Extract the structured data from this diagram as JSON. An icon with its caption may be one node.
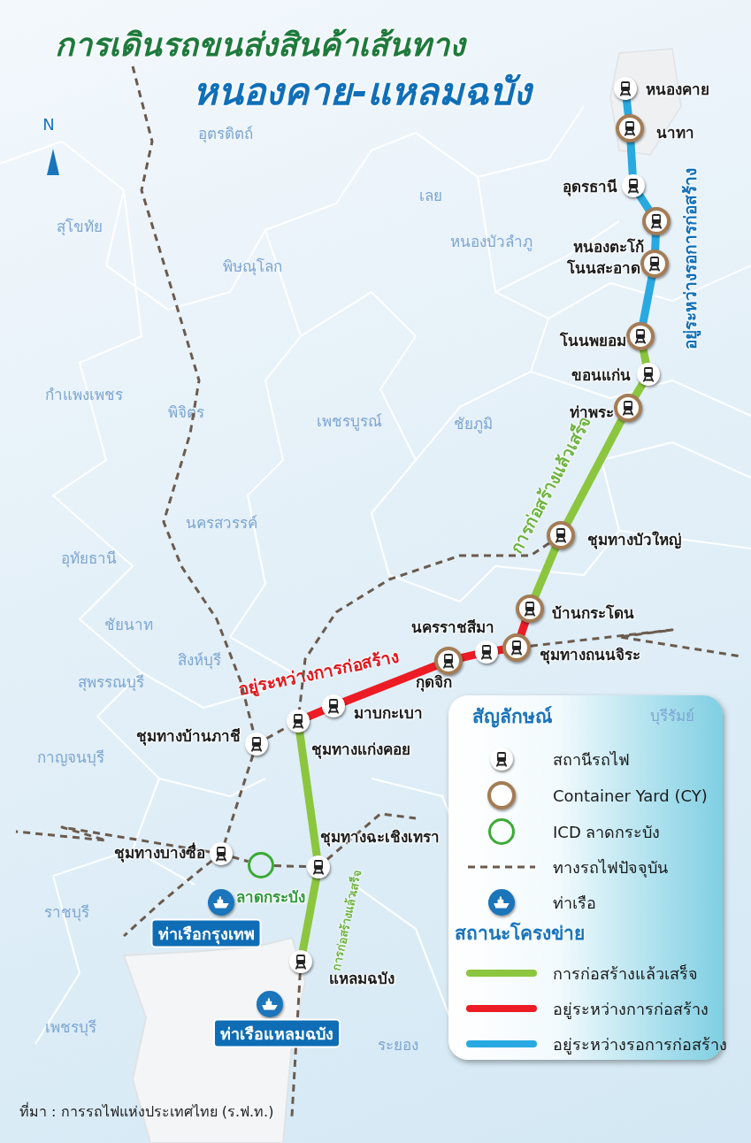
{
  "diagram": {
    "title": "การเดินรถขนส่งสินค้าเส้นทาง หนองคาย-แหลมฉบัง",
    "caption": "ที่มา : การรถไฟแห่งประเทศไทย (ร.ฟ.ท.)",
    "nodes": [
      {
        "text": [
          "หนองคาย"
        ]
      },
      {
        "text": [
          "นาทา"
        ]
      },
      {
        "text": [
          "อุดรธานี"
        ]
      },
      {
        "text": [
          "หนองตะโก้"
        ]
      },
      {
        "text": [
          "โนนสะอาด"
        ]
      },
      {
        "text": [
          "โนนพยอม"
        ]
      },
      {
        "text": [
          "ขอนแก่น"
        ]
      },
      {
        "text": [
          "ท่าพระ"
        ]
      },
      {
        "text": [
          "ชุมทางบัวใหญ่"
        ]
      },
      {
        "text": [
          "บ้านกระโดน"
        ]
      },
      {
        "text": [
          "ชุมทางถนนจิระ"
        ]
      },
      {
        "text": [
          "นครราชสีมา"
        ]
      },
      {
        "text": [
          "กุดจิก"
        ]
      },
      {
        "text": [
          "มาบกะเบา"
        ]
      },
      {
        "text": [
          "ชุมทางแก่งคอย"
        ]
      },
      {
        "text": [
          "ชุมทางฉะเชิงเทรา"
        ]
      },
      {
        "text": [
          "แหลมฉบัง"
        ]
      },
      {
        "text": [
          "ชุมทางบ้านภาชี"
        ]
      },
      {
        "text": [
          "ชุมทางบางซื่อ"
        ]
      },
      {
        "text": [
          "ลาดกระบัง"
        ]
      },
      {
        "text": [
          "ท่าเรือกรุงเทพ"
        ]
      },
      {
        "text": [
          "ท่าเรือแหลมฉบัง"
        ]
      }
    ],
    "edges": [
      {
        "from": 0,
        "to": 1,
        "arrow": "none",
        "color": "#29a9e1"
      },
      {
        "from": 1,
        "to": 2,
        "arrow": "none",
        "color": "#29a9e1"
      },
      {
        "from": 2,
        "to": 3,
        "arrow": "none",
        "color": "#29a9e1"
      },
      {
        "from": 3,
        "to": 4,
        "arrow": "none",
        "color": "#29a9e1"
      },
      {
        "from": 4,
        "to": 5,
        "arrow": "none",
        "color": "#29a9e1"
      },
      {
        "from": 5,
        "to": 6,
        "arrow": "none",
        "color": "#8cc63f"
      },
      {
        "from": 6,
        "to": 7,
        "arrow": "none",
        "color": "#8cc63f"
      },
      {
        "from": 7,
        "to": 8,
        "arrow": "none",
        "color": "#8cc63f"
      },
      {
        "from": 8,
        "to": 9,
        "arrow": "none",
        "color": "#8cc63f"
      },
      {
        "from": 9,
        "to": 10,
        "arrow": "none",
        "color": "#ed1c24"
      },
      {
        "from": 10,
        "to": 11,
        "arrow": "none",
        "color": "#ed1c24"
      },
      {
        "from": 11,
        "to": 12,
        "arrow": "none",
        "color": "#ed1c24"
      },
      {
        "from": 12,
        "to": 13,
        "arrow": "none",
        "color": "#ed1c24"
      },
      {
        "from": 13,
        "to": 14,
        "arrow": "none",
        "color": "#ed1c24"
      },
      {
        "from": 14,
        "to": 15,
        "arrow": "none",
        "color": "#8cc63f"
      },
      {
        "from": 15,
        "to": 16,
        "arrow": "none",
        "color": "#8cc63f"
      },
      {
        "from": 17,
        "to": 14,
        "arrow": "none",
        "style": "dashed"
      },
      {
        "from": 17,
        "to": 18,
        "arrow": "none",
        "style": "dashed"
      },
      {
        "from": 18,
        "to": 19,
        "arrow": "none",
        "style": "dashed"
      },
      {
        "from": 19,
        "to": 15,
        "arrow": "none",
        "style": "dashed"
      },
      {
        "from": null,
        "to": 17,
        "arrow": "none",
        "style": "dashed"
      },
      {
        "from": 10,
        "to": null,
        "arrow": "none",
        "style": "dashed"
      },
      {
        "from": 8,
        "to": 14,
        "arrow": "none",
        "style": "dashed"
      },
      {
        "from": 18,
        "to": null,
        "arrow": "none",
        "style": "dashed"
      },
      {
        "from": 18,
        "to": null,
        "arrow": "none",
        "style": "dashed"
      },
      {
        "from": 15,
        "to": null,
        "arrow": "none",
        "style": "dashed"
      },
      {
        "from": 16,
        "to": null,
        "arrow": "none",
        "style": "dashed"
      }
    ],
    "labels": [
      "N",
      "อุตรดิตถ์",
      "เลย",
      "สุโขทัย",
      "พิษณุโลก",
      "หนองบัวลำภู",
      "อยู่ระหว่างรอการก่อสร้าง",
      "กำแพงเพชร",
      "พิจิตร",
      "เพชรบูรณ์",
      "ชัยภูมิ",
      "การก่อสร้างแล้วเสร็จ",
      "นครสวรรค์",
      "อุทัยธานี",
      "ชัยนาท",
      "สิงห์บุรี",
      "อยู่ระหว่างการก่อสร้าง",
      "สุพรรณบุรี",
      "บุรีรัมย์",
      "กาญจนบุรี",
      "ราชบุรี",
      "การก่อสร้างแล้วเสร็จ",
      "เพชรบุรี",
      "ระยอง",
      "สัญลักษณ์",
      "สถานะโครงข่าย"
    ],
    "legend": [
      {
        "text": "สถานีรถไฟ"
      },
      {
        "text": "Container Yard (CY)"
      },
      {
        "text": "ICD ลาดกระบัง"
      },
      {
        "text": "ทางรถไฟปัจจุบัน"
      },
      {
        "text": "ท่าเรือ"
      },
      {
        "text": "การก่อสร้างแล้วเสร็จ",
        "color": "#8cc63f"
      },
      {
        "text": "อยู่ระหว่างการก่อสร้าง",
        "color": "#ed1c24"
      },
      {
        "text": "อยู่ระหว่างรอการก่อสร้าง",
        "color": "#29a9e1"
      }
    ]
  }
}
